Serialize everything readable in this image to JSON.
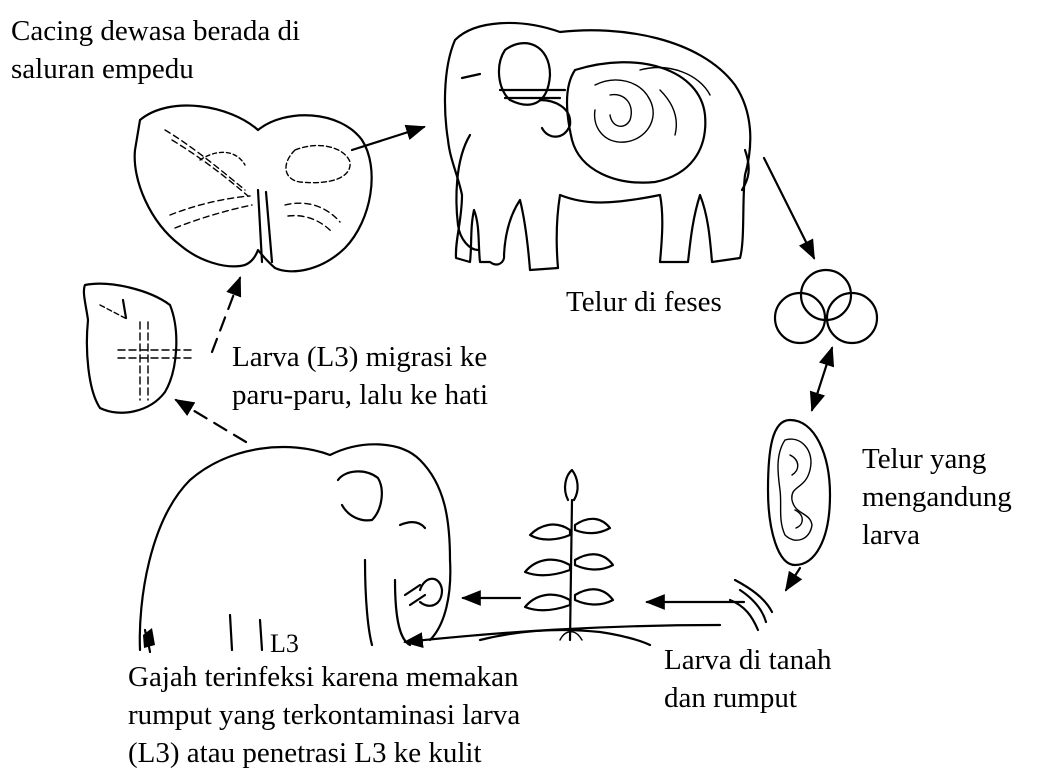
{
  "labels": {
    "adult_worm": [
      "Cacing dewasa berada di",
      "saluran empedu"
    ],
    "eggs_feces": [
      "Telur di feses"
    ],
    "larva_migration": [
      "Larva (L3) migrasi ke",
      "paru-paru, lalu ke hati"
    ],
    "embryonated_egg": [
      "Telur yang",
      "mengandung",
      "larva"
    ],
    "larva_soil": [
      "Larva di tanah",
      "dan rumput"
    ],
    "infection": [
      "Gajah terinfeksi karena memakan",
      "rumput yang terkontaminasi larva",
      "(L3) atau penetrasi L3 ke kulit"
    ],
    "tag_l3": "L3"
  },
  "figures": [
    "liver",
    "adult-elephant",
    "eggs",
    "embryonated-egg",
    "soil-larvae",
    "grass-plant",
    "infected-elephant",
    "lung"
  ],
  "arrows": [
    {
      "from": "liver",
      "to": "adult-elephant"
    },
    {
      "from": "adult-elephant",
      "to": "eggs"
    },
    {
      "from": "eggs",
      "to": "embryonated-egg"
    },
    {
      "from": "embryonated-egg",
      "to": "soil-larvae"
    },
    {
      "from": "soil-larvae",
      "to": "grass-plant"
    },
    {
      "from": "grass-plant",
      "to": "infected-elephant"
    },
    {
      "from": "infected-elephant",
      "to": "lung"
    },
    {
      "from": "lung",
      "to": "liver"
    }
  ]
}
